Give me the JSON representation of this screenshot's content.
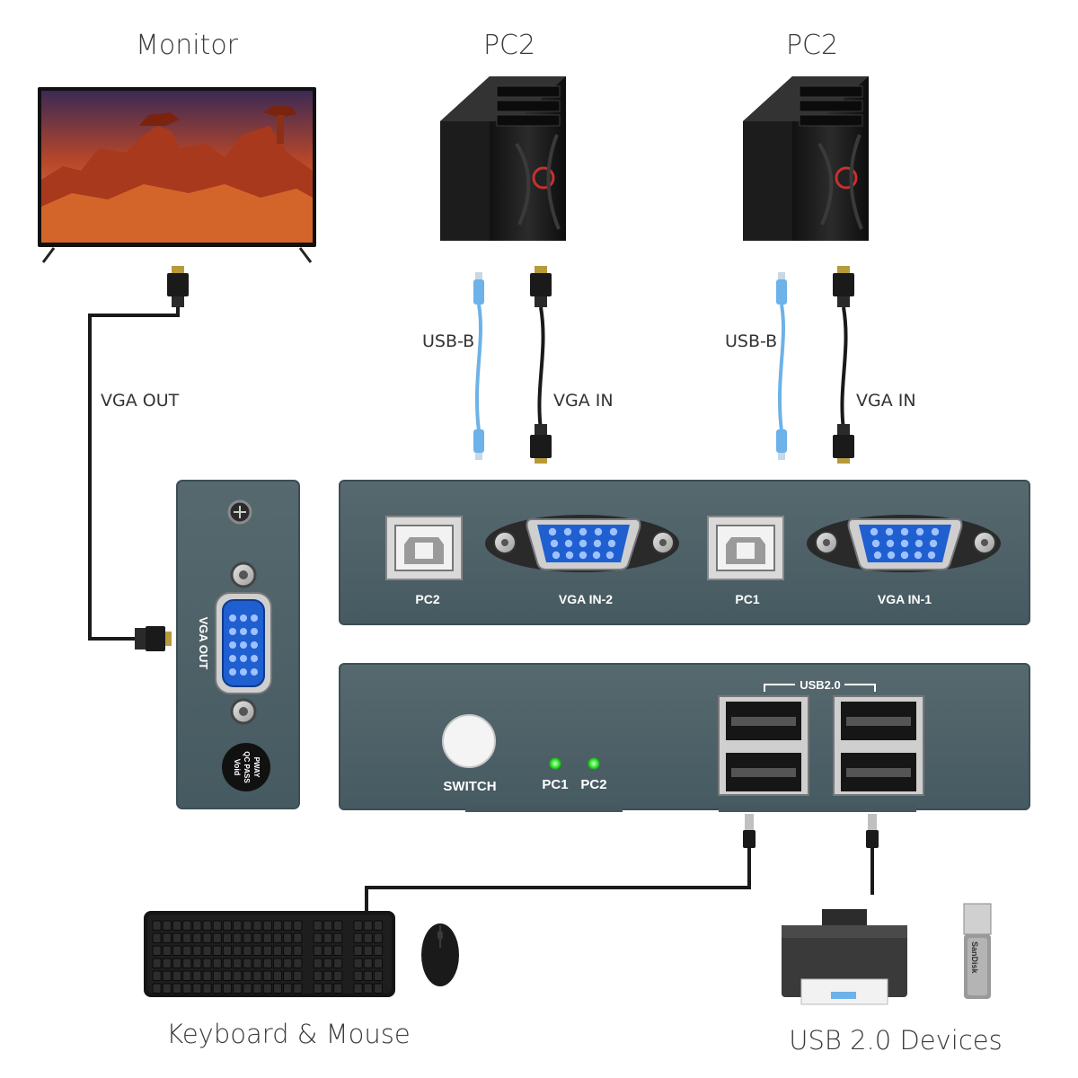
{
  "devices": {
    "monitor_label": "Monitor",
    "pc_left_label": "PC2",
    "pc_right_label": "PC2",
    "keyboard_mouse_label": "Keyboard & Mouse",
    "usb_devices_label": "USB 2.0 Devices"
  },
  "cables": {
    "vga_out": "VGA OUT",
    "usb_b_left": "USB-B",
    "vga_in_left": "VGA IN",
    "usb_b_right": "USB-B",
    "vga_in_right": "VGA IN"
  },
  "side_panel": {
    "vga_out_label": "VGA OUT",
    "sticker_text": [
      "PWAY",
      "QC PASS",
      "Void"
    ]
  },
  "back_panel": {
    "pc2_label": "PC2",
    "vga_in_2_label": "VGA IN-2",
    "pc1_label": "PC1",
    "vga_in_1_label": "VGA IN-1"
  },
  "front_panel": {
    "switch_label": "SWITCH",
    "led_pc1_label": "PC1",
    "led_pc2_label": "PC2",
    "usb_group_label": "USB2.0"
  },
  "colors": {
    "panel": "#4c6068",
    "panel_edge": "#3c4e55",
    "vga_blue": "#1f5fd0",
    "usb_cable": "#6db2e8",
    "led_green": "#38e83a",
    "cable_black": "#1a1a1a"
  },
  "product_text": {
    "sandisk_logo": "SanDisk"
  }
}
